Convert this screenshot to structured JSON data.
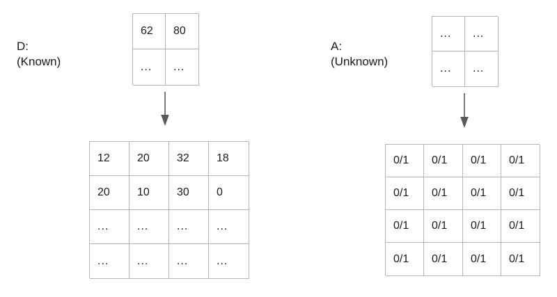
{
  "diagram": {
    "title_present": false,
    "line_color": "#b3b3b3",
    "text_color": "#1a1a1a",
    "arrow_color": "#595959",
    "ellipsis": "...",
    "groups": [
      {
        "id": "D",
        "name_label": "D:",
        "status_label": "(Known)",
        "small_grid": {
          "rows": 2,
          "cols": 2,
          "cells": [
            [
              "62",
              "80"
            ],
            [
              "...",
              "..."
            ]
          ]
        },
        "large_grid": {
          "rows": 4,
          "cols": 4,
          "cells": [
            [
              "12",
              "20",
              "32",
              "18"
            ],
            [
              "20",
              "10",
              "30",
              "0"
            ],
            [
              "...",
              "...",
              "...",
              "..."
            ],
            [
              "...",
              "...",
              "...",
              "..."
            ]
          ]
        },
        "arrow": "down-arrow"
      },
      {
        "id": "A",
        "name_label": "A:",
        "status_label": "(Unknown)",
        "small_grid": {
          "rows": 2,
          "cols": 2,
          "cells": [
            [
              "...",
              "..."
            ],
            [
              "...",
              "..."
            ]
          ]
        },
        "large_grid": {
          "rows": 4,
          "cols": 4,
          "cells": [
            [
              "0/1",
              "0/1",
              "0/1",
              "0/1"
            ],
            [
              "0/1",
              "0/1",
              "0/1",
              "0/1"
            ],
            [
              "0/1",
              "0/1",
              "0/1",
              "0/1"
            ],
            [
              "0/1",
              "0/1",
              "0/1",
              "0/1"
            ]
          ]
        },
        "arrow": "down-arrow"
      }
    ]
  }
}
